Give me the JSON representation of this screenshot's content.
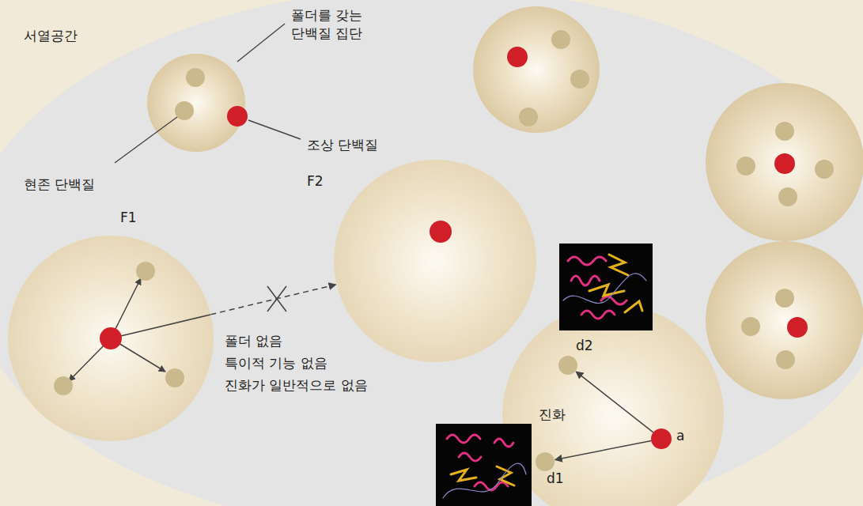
{
  "diagram": {
    "nodes": [
      {
        "text": [
          "F1"
        ]
      },
      {
        "text": [
          "F2"
        ]
      },
      {
        "text": [
          "진화"
        ]
      },
      {
        "text": [
          "d2"
        ],
        "in": 2
      },
      {
        "text": [
          "d1"
        ],
        "in": 2
      },
      {
        "text": [
          "a"
        ],
        "in": 2
      }
    ],
    "edges": [
      {
        "from": 0,
        "to": 1,
        "arrow": "to"
      },
      {
        "from": 5,
        "to": 3,
        "arrow": "to"
      },
      {
        "from": 5,
        "to": 4,
        "arrow": "to"
      }
    ],
    "labels": [
      "서열공간",
      "폴더를 갖는 단백질 집단",
      "조상 단백질",
      "현존 단백질",
      "폴더 없음",
      "특이적 기능 없음",
      "진화가 일반적으로 없음"
    ]
  }
}
